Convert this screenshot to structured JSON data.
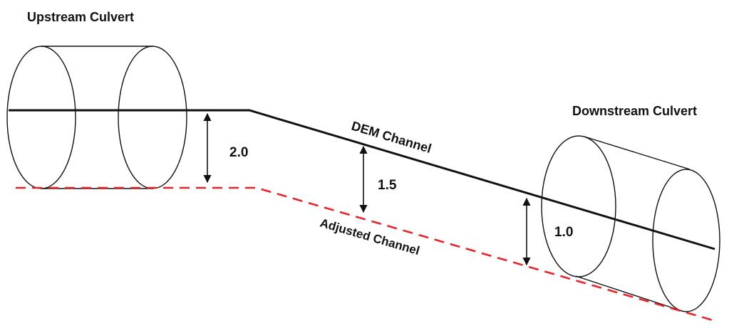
{
  "labels": {
    "upstream_culvert": "Upstream Culvert",
    "downstream_culvert": "Downstream Culvert",
    "dem_channel": "DEM Channel",
    "adjusted_channel": "Adjusted Channel"
  },
  "depths": [
    {
      "value": "2.0"
    },
    {
      "value": "1.5"
    },
    {
      "value": "1.0"
    }
  ],
  "colors": {
    "dem_channel": "#111111",
    "adjusted_channel": "#e8232a",
    "culvert_outline": "#111111"
  }
}
